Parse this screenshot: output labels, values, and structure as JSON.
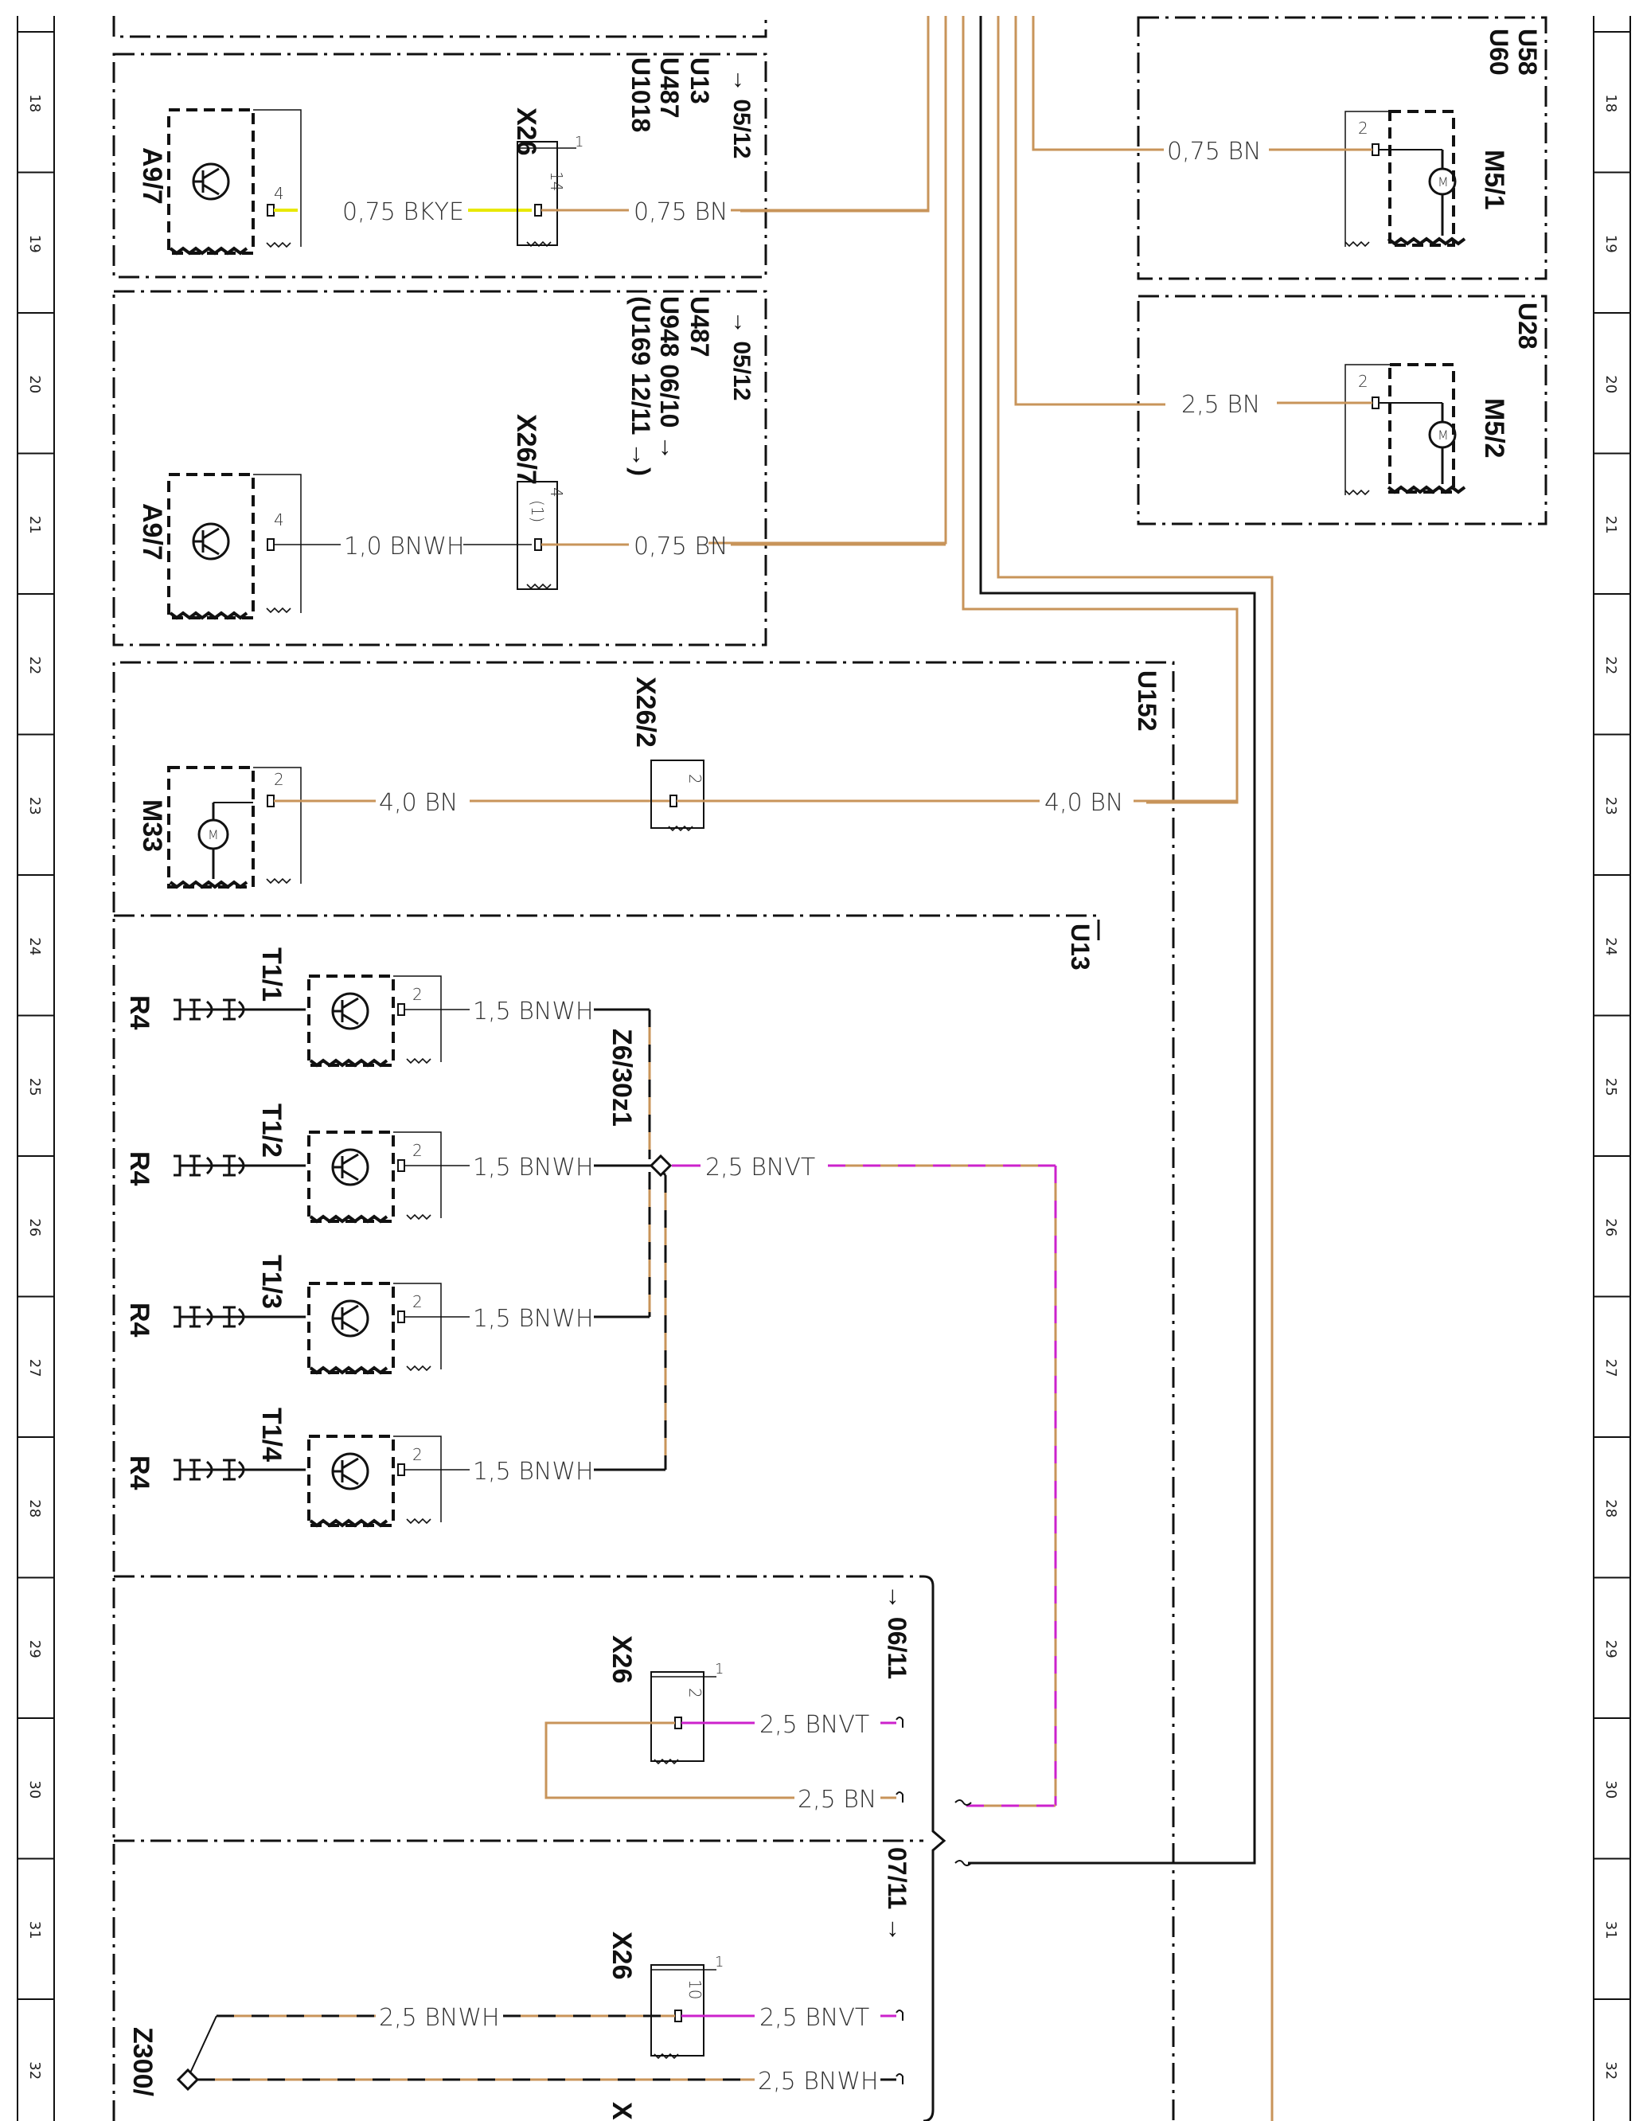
{
  "colors": {
    "brown": "#c8945a",
    "yellow": "#e8e800",
    "magenta": "#cc22cc",
    "black": "#111111",
    "frame": "#111111"
  },
  "rows": [
    "18",
    "19",
    "20",
    "21",
    "22",
    "23",
    "24",
    "25",
    "26",
    "27",
    "28",
    "29",
    "30",
    "31",
    "32"
  ],
  "modules": {
    "u13_top": {
      "refs": [
        "→ 05/12",
        "U13",
        "U487",
        "U1018"
      ],
      "component": "A9/7",
      "connector": "X26",
      "pin_left": "4",
      "pin_conn": "14",
      "pin_conn_top": "1",
      "wire_left": "0,75 BKYE",
      "wire_right": "0,75 BN"
    },
    "u487_mid": {
      "refs": [
        "→ 05/12",
        "U487",
        "U948  06/10 →",
        "(U169  12/11 →)"
      ],
      "component": "A9/7",
      "connector": "X26/7",
      "pin_left": "4",
      "pin_conn": "4",
      "pin_conn_paren": "(1)",
      "wire_left": "1,0 BNWH",
      "wire_right": "0,75 BN"
    },
    "u58": {
      "refs": [
        "U58",
        "U60"
      ],
      "component": "M5/1",
      "pin": "2",
      "wire": "0,75 BN"
    },
    "u28": {
      "refs": [
        "U28"
      ],
      "component": "M5/2",
      "pin": "2",
      "wire": "2,5 BN"
    },
    "u152": {
      "ref": "U152",
      "component": "M33",
      "connector": "X26/2",
      "pin_left": "2",
      "pin_conn": "2",
      "wire_left": "4,0 BN",
      "wire_right": "4,0 BN"
    },
    "u13_bottom": {
      "ref": "U13",
      "splice": "Z6/30z1",
      "splice_out": "2,5 BNVT",
      "sensors": [
        {
          "plug": "R4",
          "label": "T1/1",
          "pin": "2",
          "wire": "1,5 BNWH"
        },
        {
          "plug": "R4",
          "label": "T1/2",
          "pin": "2",
          "wire": "1,5 BNWH"
        },
        {
          "plug": "R4",
          "label": "T1/3",
          "pin": "2",
          "wire": "1,5 BNWH"
        },
        {
          "plug": "R4",
          "label": "T1/4",
          "pin": "2",
          "wire": "1,5 BNWH"
        }
      ]
    },
    "v0611": {
      "ref": "→ 06/11",
      "connector": "X26",
      "pin_top": "1",
      "pin": "2",
      "wire_a": "2,5 BNVT",
      "wire_b": "2,5 BN"
    },
    "v0711": {
      "ref": "07/11 →",
      "connector": "X26",
      "pin_top": "1",
      "pin": "10",
      "wire_a": "2,5 BNVT",
      "wire_in": "2,5 BNWH",
      "wire_b": "2,5 BNWH",
      "splice": "Z300/",
      "cut_label": "X"
    }
  }
}
